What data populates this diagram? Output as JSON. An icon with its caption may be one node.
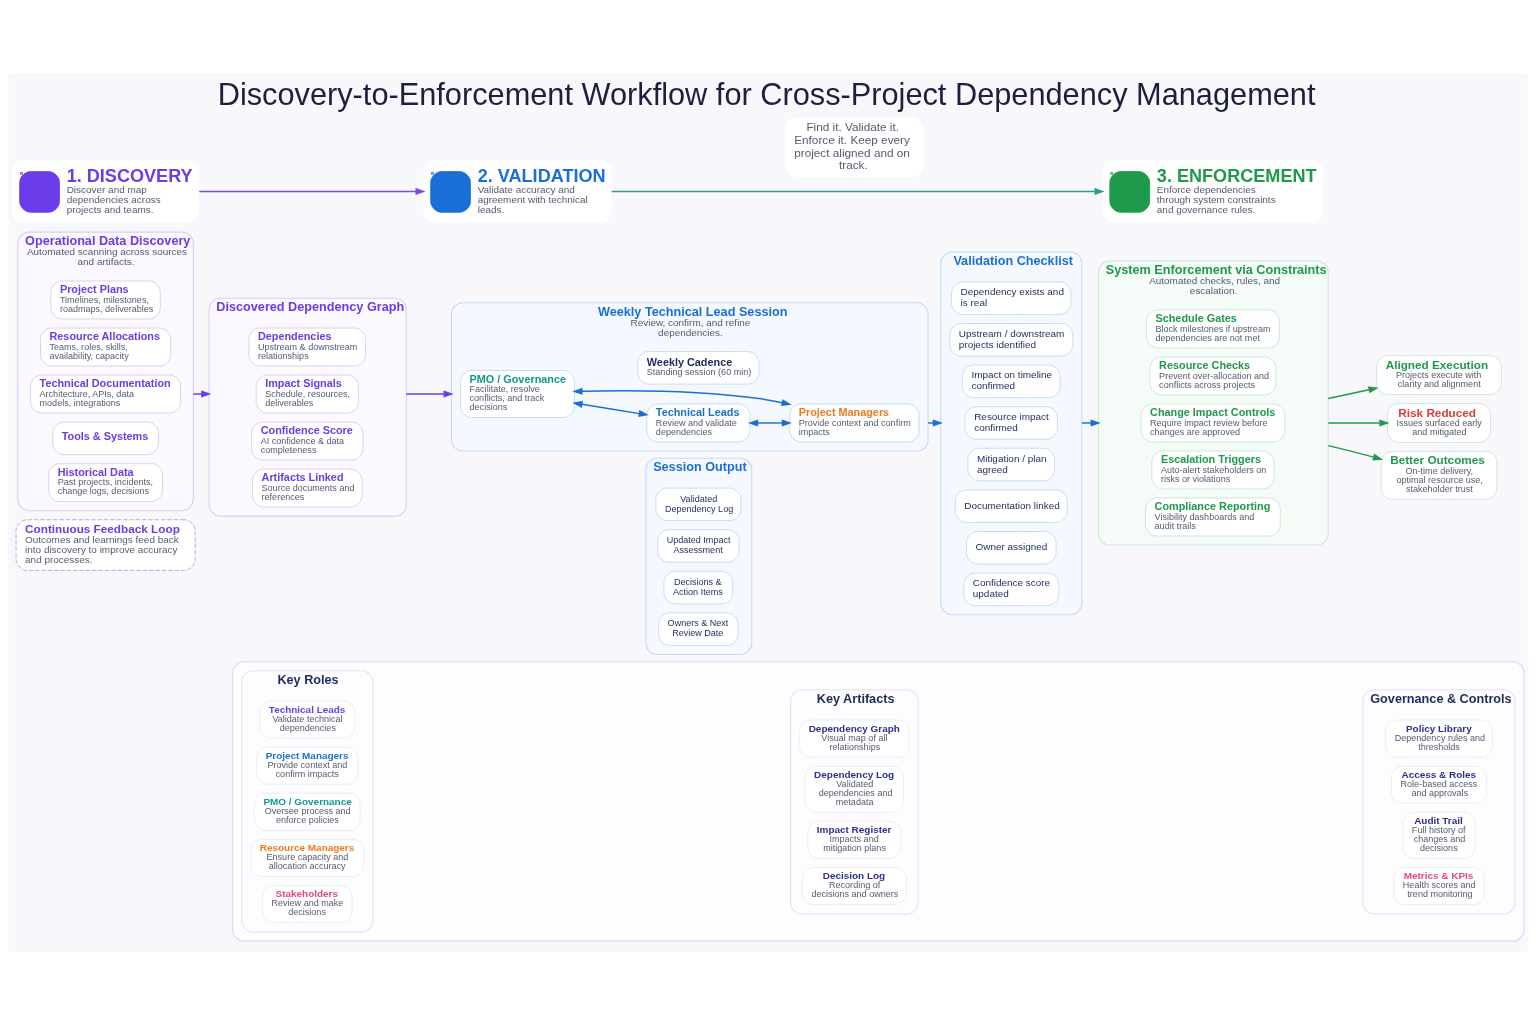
{
  "diagram": {
    "title": "Discovery-to-Enforcement Workflow for Cross-Project Dependency Management",
    "nodes": [
      {
        "text": [
          "1. DISCOVERY",
          "Discover and map dependencies across projects and teams."
        ]
      },
      {
        "text": [
          "2. VALIDATION",
          "Validate accuracy and agreement with technical leads."
        ]
      },
      {
        "text": [
          "3. ENFORCEMENT",
          "Enforce dependencies through system constraints and governance rules."
        ]
      },
      {
        "text": [
          "Operational Data Discovery",
          "Automated scanning across sources and artifacts."
        ]
      },
      {
        "text": [
          "Project Plans",
          "Timelines, milestones, roadmaps, deliverables"
        ],
        "in": 3
      },
      {
        "text": [
          "Resource Allocations",
          "Teams, roles, skills, availability, capacity"
        ],
        "in": 3
      },
      {
        "text": [
          "Technical Documentation",
          "Architecture, APIs, data models, integrations"
        ],
        "in": 3
      },
      {
        "text": [
          "Tools & Systems"
        ],
        "in": 3
      },
      {
        "text": [
          "Historical Data",
          "Past projects, incidents, change logs, decisions"
        ],
        "in": 3
      },
      {
        "text": [
          "Discovered Dependency Graph"
        ]
      },
      {
        "text": [
          "Dependencies",
          "Upstream & downstream relationships"
        ],
        "in": 9
      },
      {
        "text": [
          "Impact Signals",
          "Schedule, resources, deliverables"
        ],
        "in": 9
      },
      {
        "text": [
          "Confidence Score",
          "AI confidence & data completeness"
        ],
        "in": 9
      },
      {
        "text": [
          "Artifacts Linked",
          "Source documents and references"
        ],
        "in": 9
      },
      {
        "text": [
          "Weekly Technical Lead Session",
          "Review, confirm, and refine dependencies."
        ]
      },
      {
        "text": [
          "Technical Leads",
          "Review and validate dependencies"
        ],
        "in": 14
      },
      {
        "text": [
          "Weekly Cadence",
          "Standing session (60 min)"
        ],
        "in": 14
      },
      {
        "text": [
          "PMO / Governance",
          "Facilitate, resolve conflicts, and track decisions"
        ],
        "in": 14
      },
      {
        "text": [
          "Project Managers",
          "Provide context and confirm impacts"
        ],
        "in": 14
      },
      {
        "text": [
          "Session Output"
        ]
      },
      {
        "text": [
          "Validated Dependency Log"
        ],
        "in": 19
      },
      {
        "text": [
          "Updated Impact Assessment"
        ],
        "in": 19
      },
      {
        "text": [
          "Decisions & Action Items"
        ],
        "in": 19
      },
      {
        "text": [
          "Owners & Next Review Date"
        ],
        "in": 19
      },
      {
        "text": [
          "Validation Checklist"
        ]
      },
      {
        "text": [
          "Dependency exists and is real"
        ],
        "in": 24
      },
      {
        "text": [
          "Upstream / downstream projects identified"
        ],
        "in": 24
      },
      {
        "text": [
          "Impact on timeline confirmed"
        ],
        "in": 24
      },
      {
        "text": [
          "Resource impact confirmed"
        ],
        "in": 24
      },
      {
        "text": [
          "Mitigation / plan agreed"
        ],
        "in": 24
      },
      {
        "text": [
          "Documentation linked"
        ],
        "in": 24
      },
      {
        "text": [
          "Owner assigned"
        ],
        "in": 24
      },
      {
        "text": [
          "Confidence score updated"
        ],
        "in": 24
      },
      {
        "text": [
          "System Enforcement via Constraints",
          "Automated checks, rules, and escalation."
        ]
      },
      {
        "text": [
          "Schedule Gates",
          "Block milestones if upstream dependencies are not met"
        ],
        "in": 33
      },
      {
        "text": [
          "Resource Checks",
          "Prevent over-allocation and conflicts across projects"
        ],
        "in": 33
      },
      {
        "text": [
          "Change Impact Controls",
          "Require impact review before changes are approved"
        ],
        "in": 33
      },
      {
        "text": [
          "Escalation Triggers",
          "Auto-alert stakeholders on risks or violations"
        ],
        "in": 33
      },
      {
        "text": [
          "Compliance Reporting",
          "Visibility dashboards and audit trails"
        ],
        "in": 33
      },
      {
        "text": [
          "Aligned Execution",
          "Projects execute with clarity and alignment"
        ]
      },
      {
        "text": [
          "Risk Reduced",
          "Issues surfaced early and mitigated"
        ]
      },
      {
        "text": [
          "Better Outcomes",
          "On-time delivery, optimal resource use, stakeholder trust"
        ]
      },
      {
        "text": [],
        "shape": "box"
      },
      {
        "text": [
          "Key Roles"
        ],
        "in": 42
      },
      {
        "text": [
          "Technical Leads",
          "Validate technical dependencies"
        ],
        "in": 43
      },
      {
        "text": [
          "Project Managers",
          "Provide context and confirm impacts"
        ],
        "in": 43
      },
      {
        "text": [
          "PMO / Governance",
          "Oversee process and enforce policies"
        ],
        "in": 43
      },
      {
        "text": [
          "Resource Managers",
          "Ensure capacity and allocation accuracy"
        ],
        "in": 43
      },
      {
        "text": [
          "Stakeholders",
          "Review and make decisions"
        ],
        "in": 43
      },
      {
        "text": [
          "Key Artifacts"
        ],
        "in": 42
      },
      {
        "text": [
          "Dependency Graph",
          "Visual map of all relationships"
        ],
        "in": 49
      },
      {
        "text": [
          "Dependency Log",
          "Validated dependencies and metadata"
        ],
        "in": 49
      },
      {
        "text": [
          "Impact Register",
          "Impacts and mitigation plans"
        ],
        "in": 49
      },
      {
        "text": [
          "Decision Log",
          "Recording of decisions and owners"
        ],
        "in": 49
      },
      {
        "text": [
          "Governance & Controls"
        ],
        "in": 42
      },
      {
        "text": [
          "Policy Library",
          "Dependency rules and thresholds"
        ],
        "in": 54
      },
      {
        "text": [
          "Access & Roles",
          "Role-based access and approvals"
        ],
        "in": 54
      },
      {
        "text": [
          "Audit Trail",
          "Full history of changes and decisions"
        ],
        "in": 54
      },
      {
        "text": [
          "Metrics & KPIs",
          "Health scores and trend monitoring"
        ],
        "in": 54
      },
      {
        "text": [
          "Continuous Feedback Loop",
          "Outcomes and learnings feed back into discovery to improve accuracy and processes."
        ]
      }
    ],
    "edges": [
      {
        "from": 0,
        "to": 1,
        "arrow": "to",
        "color": "#7b4ae8"
      },
      {
        "from": 1,
        "to": 2,
        "arrow": "to",
        "color": "#2a9d8f"
      },
      {
        "from": 3,
        "to": 9,
        "arrow": "to",
        "color": "#6a3de8"
      },
      {
        "from": 9,
        "to": 14,
        "arrow": "to",
        "color": "#6a3de8"
      },
      {
        "from": 15,
        "to": 17,
        "arrow": "both"
      },
      {
        "from": 15,
        "to": 18,
        "arrow": "both"
      },
      {
        "from": 17,
        "to": 18,
        "arrow": "both"
      },
      {
        "from": 14,
        "to": 24,
        "arrow": "to"
      },
      {
        "from": 24,
        "to": 33,
        "arrow": "to"
      },
      {
        "from": 33,
        "to": 39,
        "arrow": "to",
        "color": "#1f9a4c"
      },
      {
        "from": 33,
        "to": 40,
        "arrow": "to",
        "color": "#1f9a4c"
      },
      {
        "from": 33,
        "to": 41,
        "arrow": "to",
        "color": "#1f9a4c"
      }
    ],
    "labels": [
      "Find it. Validate it. Enforce it. Keep every project aligned and on track."
    ]
  }
}
